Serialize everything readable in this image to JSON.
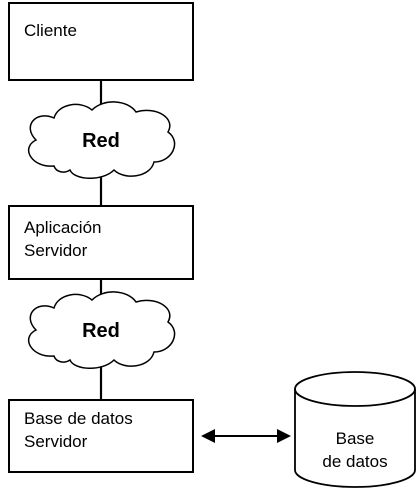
{
  "diagram": {
    "client_box": {
      "label": "Cliente"
    },
    "network_1": {
      "label": "Red"
    },
    "app_server_box": {
      "line1": "Aplicación",
      "line2": "Servidor"
    },
    "network_2": {
      "label": "Red"
    },
    "db_server_box": {
      "line1": "Base de datos",
      "line2": "Servidor"
    },
    "database": {
      "line1": "Base",
      "line2": "de datos"
    }
  }
}
